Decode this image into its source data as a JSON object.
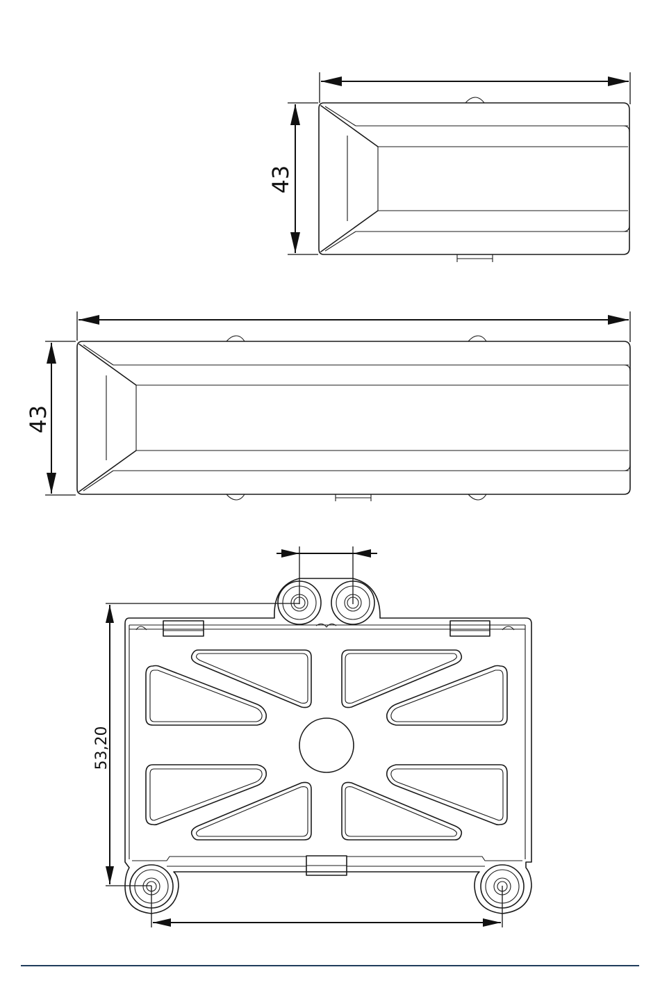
{
  "dimensions": {
    "top_view_height": "43",
    "side_view_height": "43",
    "bracket_height": "53,20"
  },
  "colors": {
    "line": "#1a1a1a",
    "footer_rule": "#1f3c5c",
    "background": "#ffffff"
  }
}
